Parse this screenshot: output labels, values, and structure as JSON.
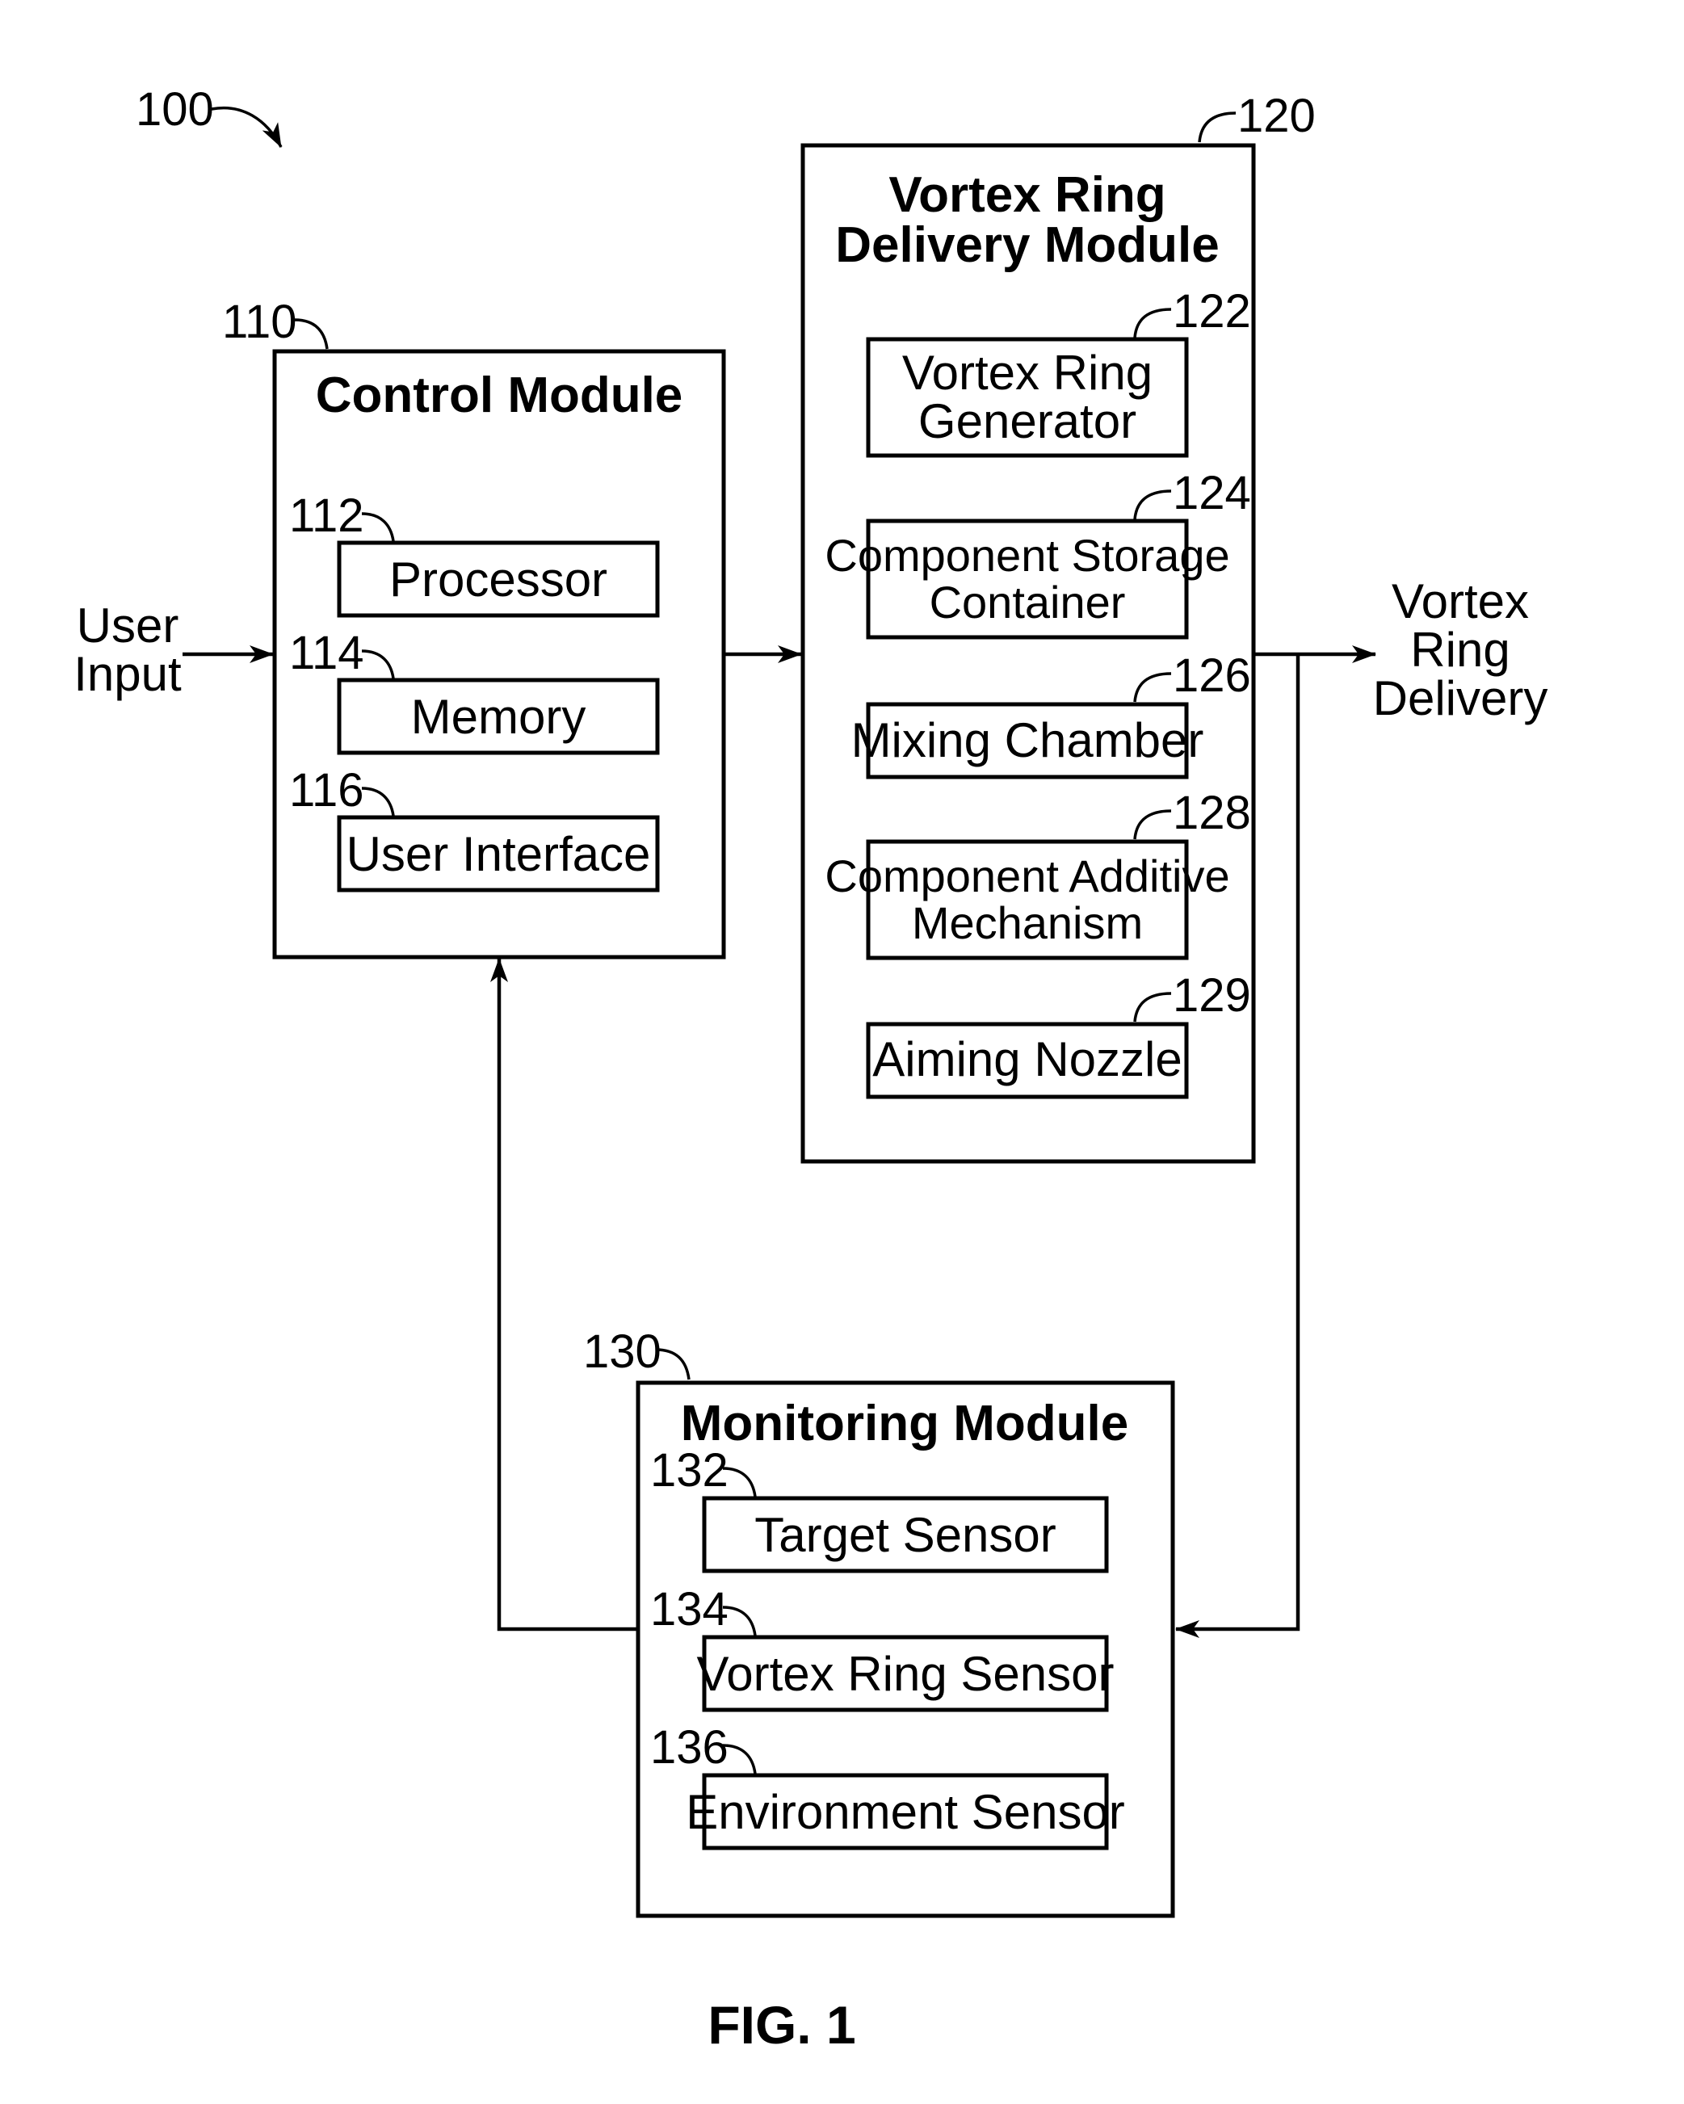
{
  "system": {
    "ref": "100"
  },
  "control_module": {
    "ref": "110",
    "title": "Control Module",
    "items": [
      {
        "ref": "112",
        "label": "Processor"
      },
      {
        "ref": "114",
        "label": "Memory"
      },
      {
        "ref": "116",
        "label": "User Interface"
      }
    ]
  },
  "delivery_module": {
    "ref": "120",
    "title_line1": "Vortex Ring",
    "title_line2": "Delivery Module",
    "items": [
      {
        "ref": "122",
        "line1": "Vortex Ring",
        "line2": "Generator"
      },
      {
        "ref": "124",
        "line1": "Component Storage",
        "line2": "Container"
      },
      {
        "ref": "126",
        "line1": "Mixing Chamber"
      },
      {
        "ref": "128",
        "line1": "Component Additive",
        "line2": "Mechanism"
      },
      {
        "ref": "129",
        "line1": "Aiming Nozzle"
      }
    ]
  },
  "monitoring_module": {
    "ref": "130",
    "title": "Monitoring Module",
    "items": [
      {
        "ref": "132",
        "label": "Target Sensor"
      },
      {
        "ref": "134",
        "label": "Vortex Ring Sensor"
      },
      {
        "ref": "136",
        "label": "Environment Sensor"
      }
    ]
  },
  "user_input": {
    "line1": "User",
    "line2": "Input"
  },
  "output": {
    "line1": "Vortex",
    "line2": "Ring",
    "line3": "Delivery"
  },
  "figure_label": "FIG. 1"
}
